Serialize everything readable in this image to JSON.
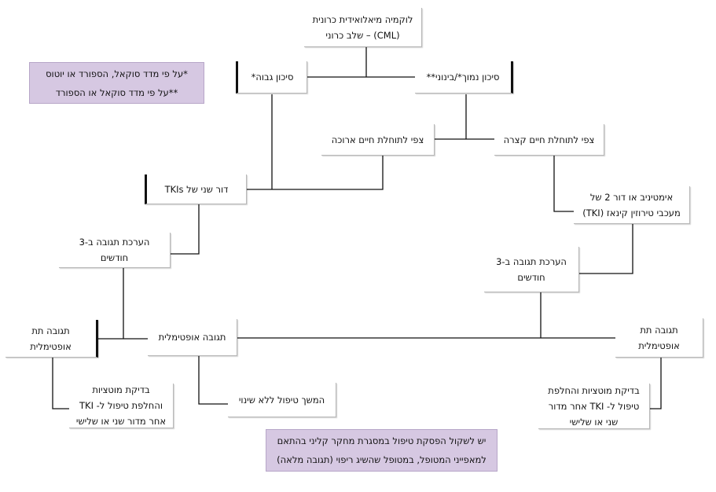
{
  "nodes": {
    "root": "לוקמיה מיאלואידית כרונית\n(CML) – שלב כרוני",
    "high_risk": "סיכון גבוה*",
    "low_mid_risk": "סיכון נמוך*/בינוני**",
    "footnotes": "*על פי מדד סוקאל, הספורד או יוטוס\n**על פי מדד סוקאל או הספורד",
    "long_life": "צפי לתוחלת חיים ארוכה",
    "short_life": "צפי לתוחלת חיים קצרה",
    "second_gen_tki": "דור שני של TKIs",
    "imatinib": "אימטיניב או דור 2 של\nמעכבי טירוזין קינאז (TKI)",
    "eval_left": "הערכת תגובה ב-3\nחודשים",
    "eval_right": "הערכת תגובה ב-3\nחודשים",
    "subopt_left": "תגובה תת\nאופטימלית",
    "optimal": "תגובה אופטימלית",
    "subopt_right": "תגובה תת\nאופטימלית",
    "mutation_left": "בדיקת מוטציות\nוהחלפת טיפול ל- TKI\nאחר מדור שני או שלישי",
    "continue": "המשך טיפול ללא שינוי",
    "mutation_right": "בדיקת מוטציות והחלפת\nטיפול ל- TKI אחר מדור\nשני או שלישי",
    "stop_note": "יש לשקול הפסקת טיפול במסגרת מחקר קליני בהתאם\nלמאפייני המטופל, במטופל שהשיג ריפוי (תגובה מלאה)"
  },
  "colors": {
    "line": "#111111",
    "note_fill": "#d6c8e2"
  }
}
